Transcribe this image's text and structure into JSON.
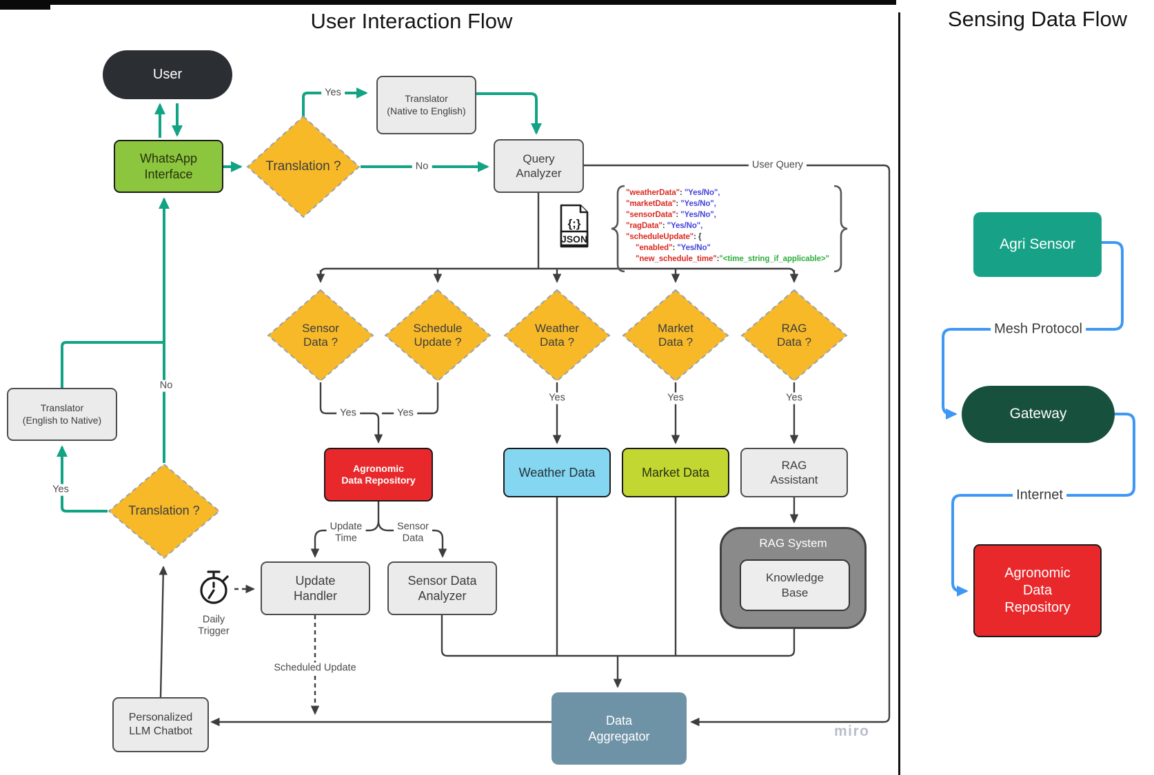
{
  "titles": {
    "main": "User Interaction Flow",
    "side": "Sensing Data Flow"
  },
  "watermark": "miro",
  "nodes": {
    "user": "User",
    "whatsapp": "WhatsApp\nInterface",
    "translation_top": "Translation ?",
    "translator_n2e": "Translator\n(Native to English)",
    "query_analyzer": "Query\nAnalyzer",
    "diamonds": {
      "sensor": "Sensor\nData ?",
      "schedule": "Schedule\nUpdate ?",
      "weather": "Weather\nData ?",
      "market": "Market\nData ?",
      "rag": "RAG\nData ?"
    },
    "agro_repo": "Agronomic\nData Repository",
    "weather_data": "Weather Data",
    "market_data": "Market Data",
    "rag_assistant": "RAG\nAssistant",
    "rag_system": "RAG System",
    "knowledge_base": "Knowledge\nBase",
    "update_handler": "Update\nHandler",
    "sensor_analyzer": "Sensor Data\nAnalyzer",
    "data_aggregator": "Data\nAggregator",
    "chatbot": "Personalized\nLLM Chatbot",
    "translator_e2n": "Translator\n(English to Native)",
    "translation_left": "Translation ?"
  },
  "side_panel": {
    "agri_sensor": "Agri Sensor",
    "gateway": "Gateway",
    "agro_repo": "Agronomic\nData\nRepository",
    "mesh_protocol": "Mesh Protocol",
    "internet": "Internet"
  },
  "edge_labels": {
    "yes_top": "Yes",
    "no_top": "No",
    "user_query": "User Query",
    "yes_sensor": "Yes",
    "yes_schedule": "Yes",
    "yes_weather": "Yes",
    "yes_market": "Yes",
    "yes_rag": "Yes",
    "update_time": "Update\nTime",
    "sensor_data": "Sensor\nData",
    "scheduled_update": "Scheduled Update",
    "daily_trigger": "Daily\nTrigger",
    "no_left": "No",
    "yes_left": "Yes"
  },
  "json_snippet": {
    "icon_glyph": "{;}",
    "icon_label": "JSON",
    "lines": [
      {
        "key": "\"weatherData\"",
        "sep": ": ",
        "val": "\"Yes/No\","
      },
      {
        "key": "\"marketData\"",
        "sep": ": ",
        "val": "\"Yes/No\","
      },
      {
        "key": "\"sensorData\"",
        "sep": ": ",
        "val": "\"Yes/No\","
      },
      {
        "key": "\"ragData\"",
        "sep": ": ",
        "val": "\"Yes/No\","
      },
      {
        "key": "\"scheduleUpdate\"",
        "sep": ": ",
        "val": "{"
      },
      {
        "key": "\"enabled\"",
        "sep": ": ",
        "val": "\"Yes/No\""
      },
      {
        "key": "\"new_schedule_time\"",
        "sep": ":",
        "val": "\"<time_string_if_applicable>\""
      }
    ]
  },
  "colors": {
    "teal_arrow": "#12A384",
    "dark_line": "#3D3D3D",
    "blue_arrow": "#3E97F5",
    "diamond_yellow": "#F7B928",
    "whatsapp_green": "#8CC63E",
    "user_dark": "#2B2E33",
    "repo_red": "#E8282B",
    "weather_blue": "#85D6F0",
    "market_green": "#C3D733",
    "aggregator_slate": "#6E93A6",
    "rag_gray": "#8A8A8A",
    "agri_teal": "#17A287",
    "gateway_green": "#17503D"
  }
}
